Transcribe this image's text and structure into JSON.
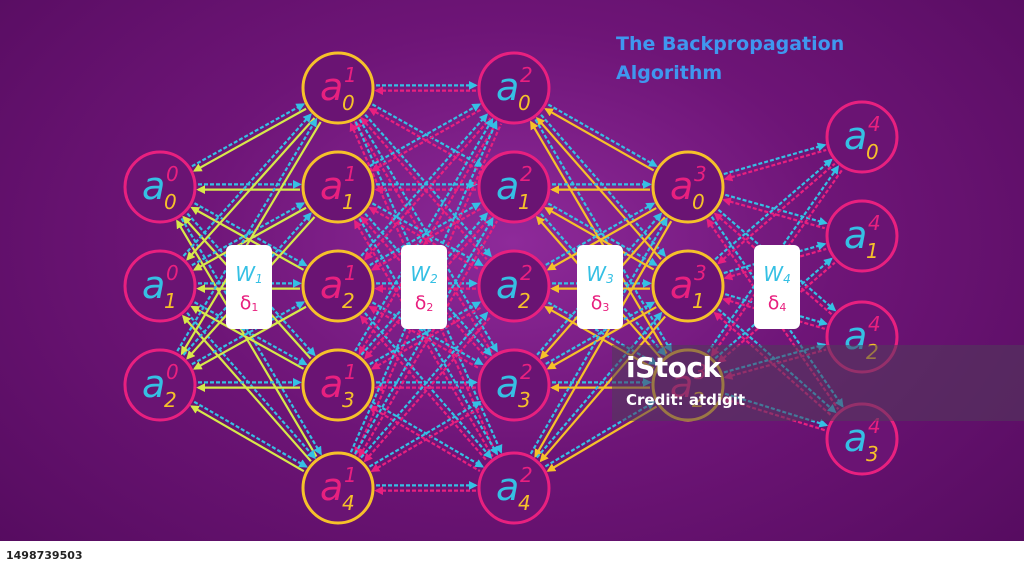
{
  "title": {
    "line1": "The Backpropagation",
    "line2": "Algorithm"
  },
  "colors": {
    "yellow": "#f6c12a",
    "pink": "#e8207f",
    "cyan": "#35c0e4",
    "lime": "#d7e94a",
    "title_blue": "#3f97ef"
  },
  "layers": [
    {
      "nodes": [
        {
          "letter": "a",
          "sup": "0",
          "sub": "0",
          "ring": "pink"
        },
        {
          "letter": "a",
          "sup": "0",
          "sub": "1",
          "ring": "pink"
        },
        {
          "letter": "a",
          "sup": "0",
          "sub": "2",
          "ring": "pink"
        }
      ]
    },
    {
      "nodes": [
        {
          "letter": "a",
          "sup": "1",
          "sub": "0",
          "ring": "yellow"
        },
        {
          "letter": "a",
          "sup": "1",
          "sub": "1",
          "ring": "yellow"
        },
        {
          "letter": "a",
          "sup": "1",
          "sub": "2",
          "ring": "yellow"
        },
        {
          "letter": "a",
          "sup": "1",
          "sub": "3",
          "ring": "yellow"
        },
        {
          "letter": "a",
          "sup": "1",
          "sub": "4",
          "ring": "yellow"
        }
      ]
    },
    {
      "nodes": [
        {
          "letter": "a",
          "sup": "2",
          "sub": "0",
          "ring": "pink"
        },
        {
          "letter": "a",
          "sup": "2",
          "sub": "1",
          "ring": "pink"
        },
        {
          "letter": "a",
          "sup": "2",
          "sub": "2",
          "ring": "pink"
        },
        {
          "letter": "a",
          "sup": "2",
          "sub": "3",
          "ring": "pink"
        },
        {
          "letter": "a",
          "sup": "2",
          "sub": "4",
          "ring": "pink"
        }
      ]
    },
    {
      "nodes": [
        {
          "letter": "a",
          "sup": "3",
          "sub": "0",
          "ring": "yellow"
        },
        {
          "letter": "a",
          "sup": "3",
          "sub": "1",
          "ring": "yellow"
        },
        {
          "letter": "a",
          "sup": "3",
          "sub": "2",
          "ring": "yellow"
        }
      ]
    },
    {
      "nodes": [
        {
          "letter": "a",
          "sup": "4",
          "sub": "0",
          "ring": "pink"
        },
        {
          "letter": "a",
          "sup": "4",
          "sub": "1",
          "ring": "pink"
        },
        {
          "letter": "a",
          "sup": "4",
          "sub": "2",
          "ring": "pink"
        },
        {
          "letter": "a",
          "sup": "4",
          "sub": "3",
          "ring": "pink"
        }
      ]
    }
  ],
  "weight_boxes": [
    {
      "w_letter": "W",
      "w_sub": "1",
      "d_letter": "δ",
      "d_sub": "1"
    },
    {
      "w_letter": "W",
      "w_sub": "2",
      "d_letter": "δ",
      "d_sub": "2"
    },
    {
      "w_letter": "W",
      "w_sub": "3",
      "d_letter": "δ",
      "d_sub": "3"
    },
    {
      "w_letter": "W",
      "w_sub": "4",
      "d_letter": "δ",
      "d_sub": "4"
    }
  ],
  "watermark": {
    "brand": "iStock",
    "credit": "Credit: atdigit"
  },
  "footer": {
    "image_id": "1498739503"
  }
}
